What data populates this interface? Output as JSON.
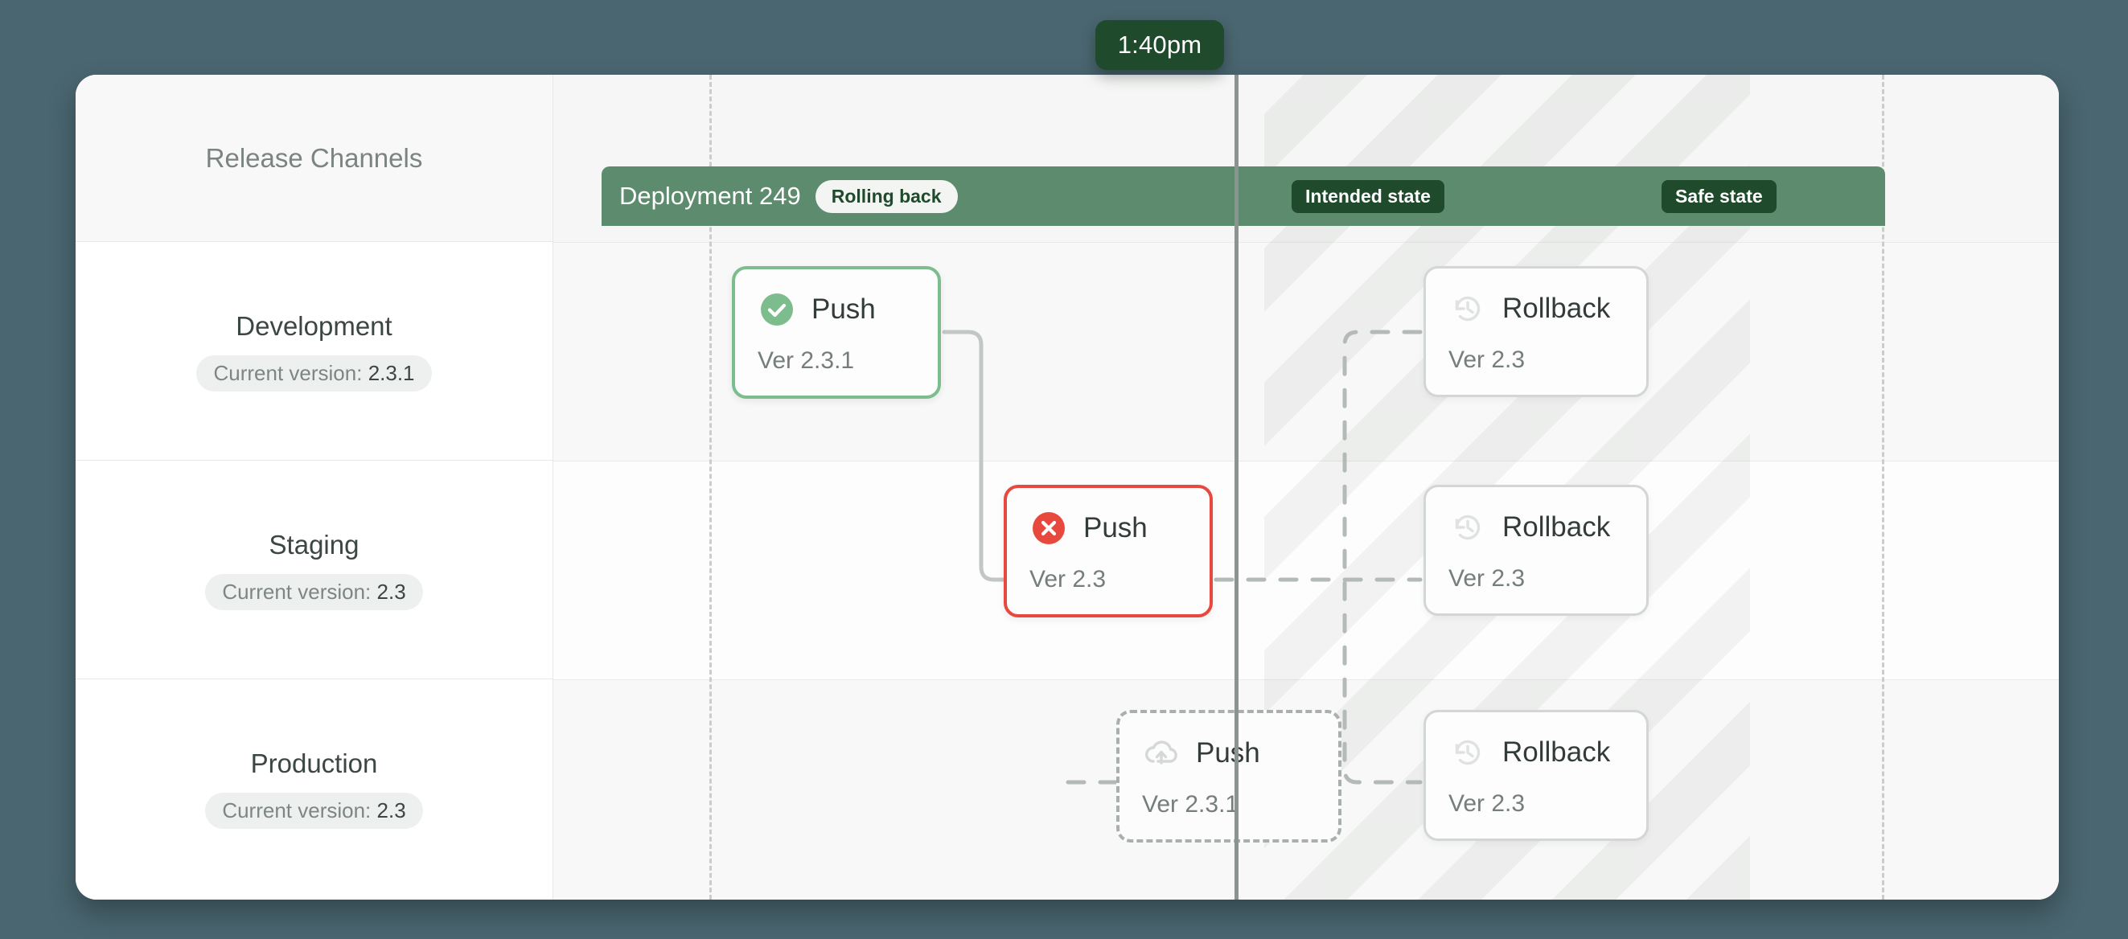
{
  "timeline_marker": {
    "time_label": "1:40pm"
  },
  "sidebar": {
    "header": "Release Channels",
    "version_prefix": "Current version:",
    "channels": [
      {
        "name": "Development",
        "version": "2.3.1"
      },
      {
        "name": "Staging",
        "version": "2.3"
      },
      {
        "name": "Production",
        "version": "2.3"
      }
    ]
  },
  "deployment": {
    "title": "Deployment 249",
    "status_pill": "Rolling back",
    "intended_state_pill": "Intended state",
    "safe_state_pill": "Safe state"
  },
  "events": {
    "dev_push": {
      "title": "Push",
      "version": "Ver 2.3.1",
      "icon": "check-circle-icon",
      "state": "success"
    },
    "stg_push": {
      "title": "Push",
      "version": "Ver 2.3",
      "icon": "x-circle-icon",
      "state": "failed"
    },
    "prod_push": {
      "title": "Push",
      "version": "Ver 2.3.1",
      "icon": "cloud-upload-icon",
      "state": "pending"
    },
    "rb_dev": {
      "title": "Rollback",
      "version": "Ver 2.3",
      "icon": "history-clock-icon",
      "state": "planned"
    },
    "rb_stg": {
      "title": "Rollback",
      "version": "Ver 2.3",
      "icon": "history-clock-icon",
      "state": "planned"
    },
    "rb_prod": {
      "title": "Rollback",
      "version": "Ver 2.3",
      "icon": "history-clock-icon",
      "state": "planned"
    }
  },
  "colors": {
    "page_background": "#4a6670",
    "deployment_bar": "#5c8c6d",
    "time_badge": "#1f4a2c",
    "success": "#7dbd8d",
    "failure": "#e8493f",
    "neutral": "#d2d6d4",
    "now_line": "#8c9490"
  }
}
